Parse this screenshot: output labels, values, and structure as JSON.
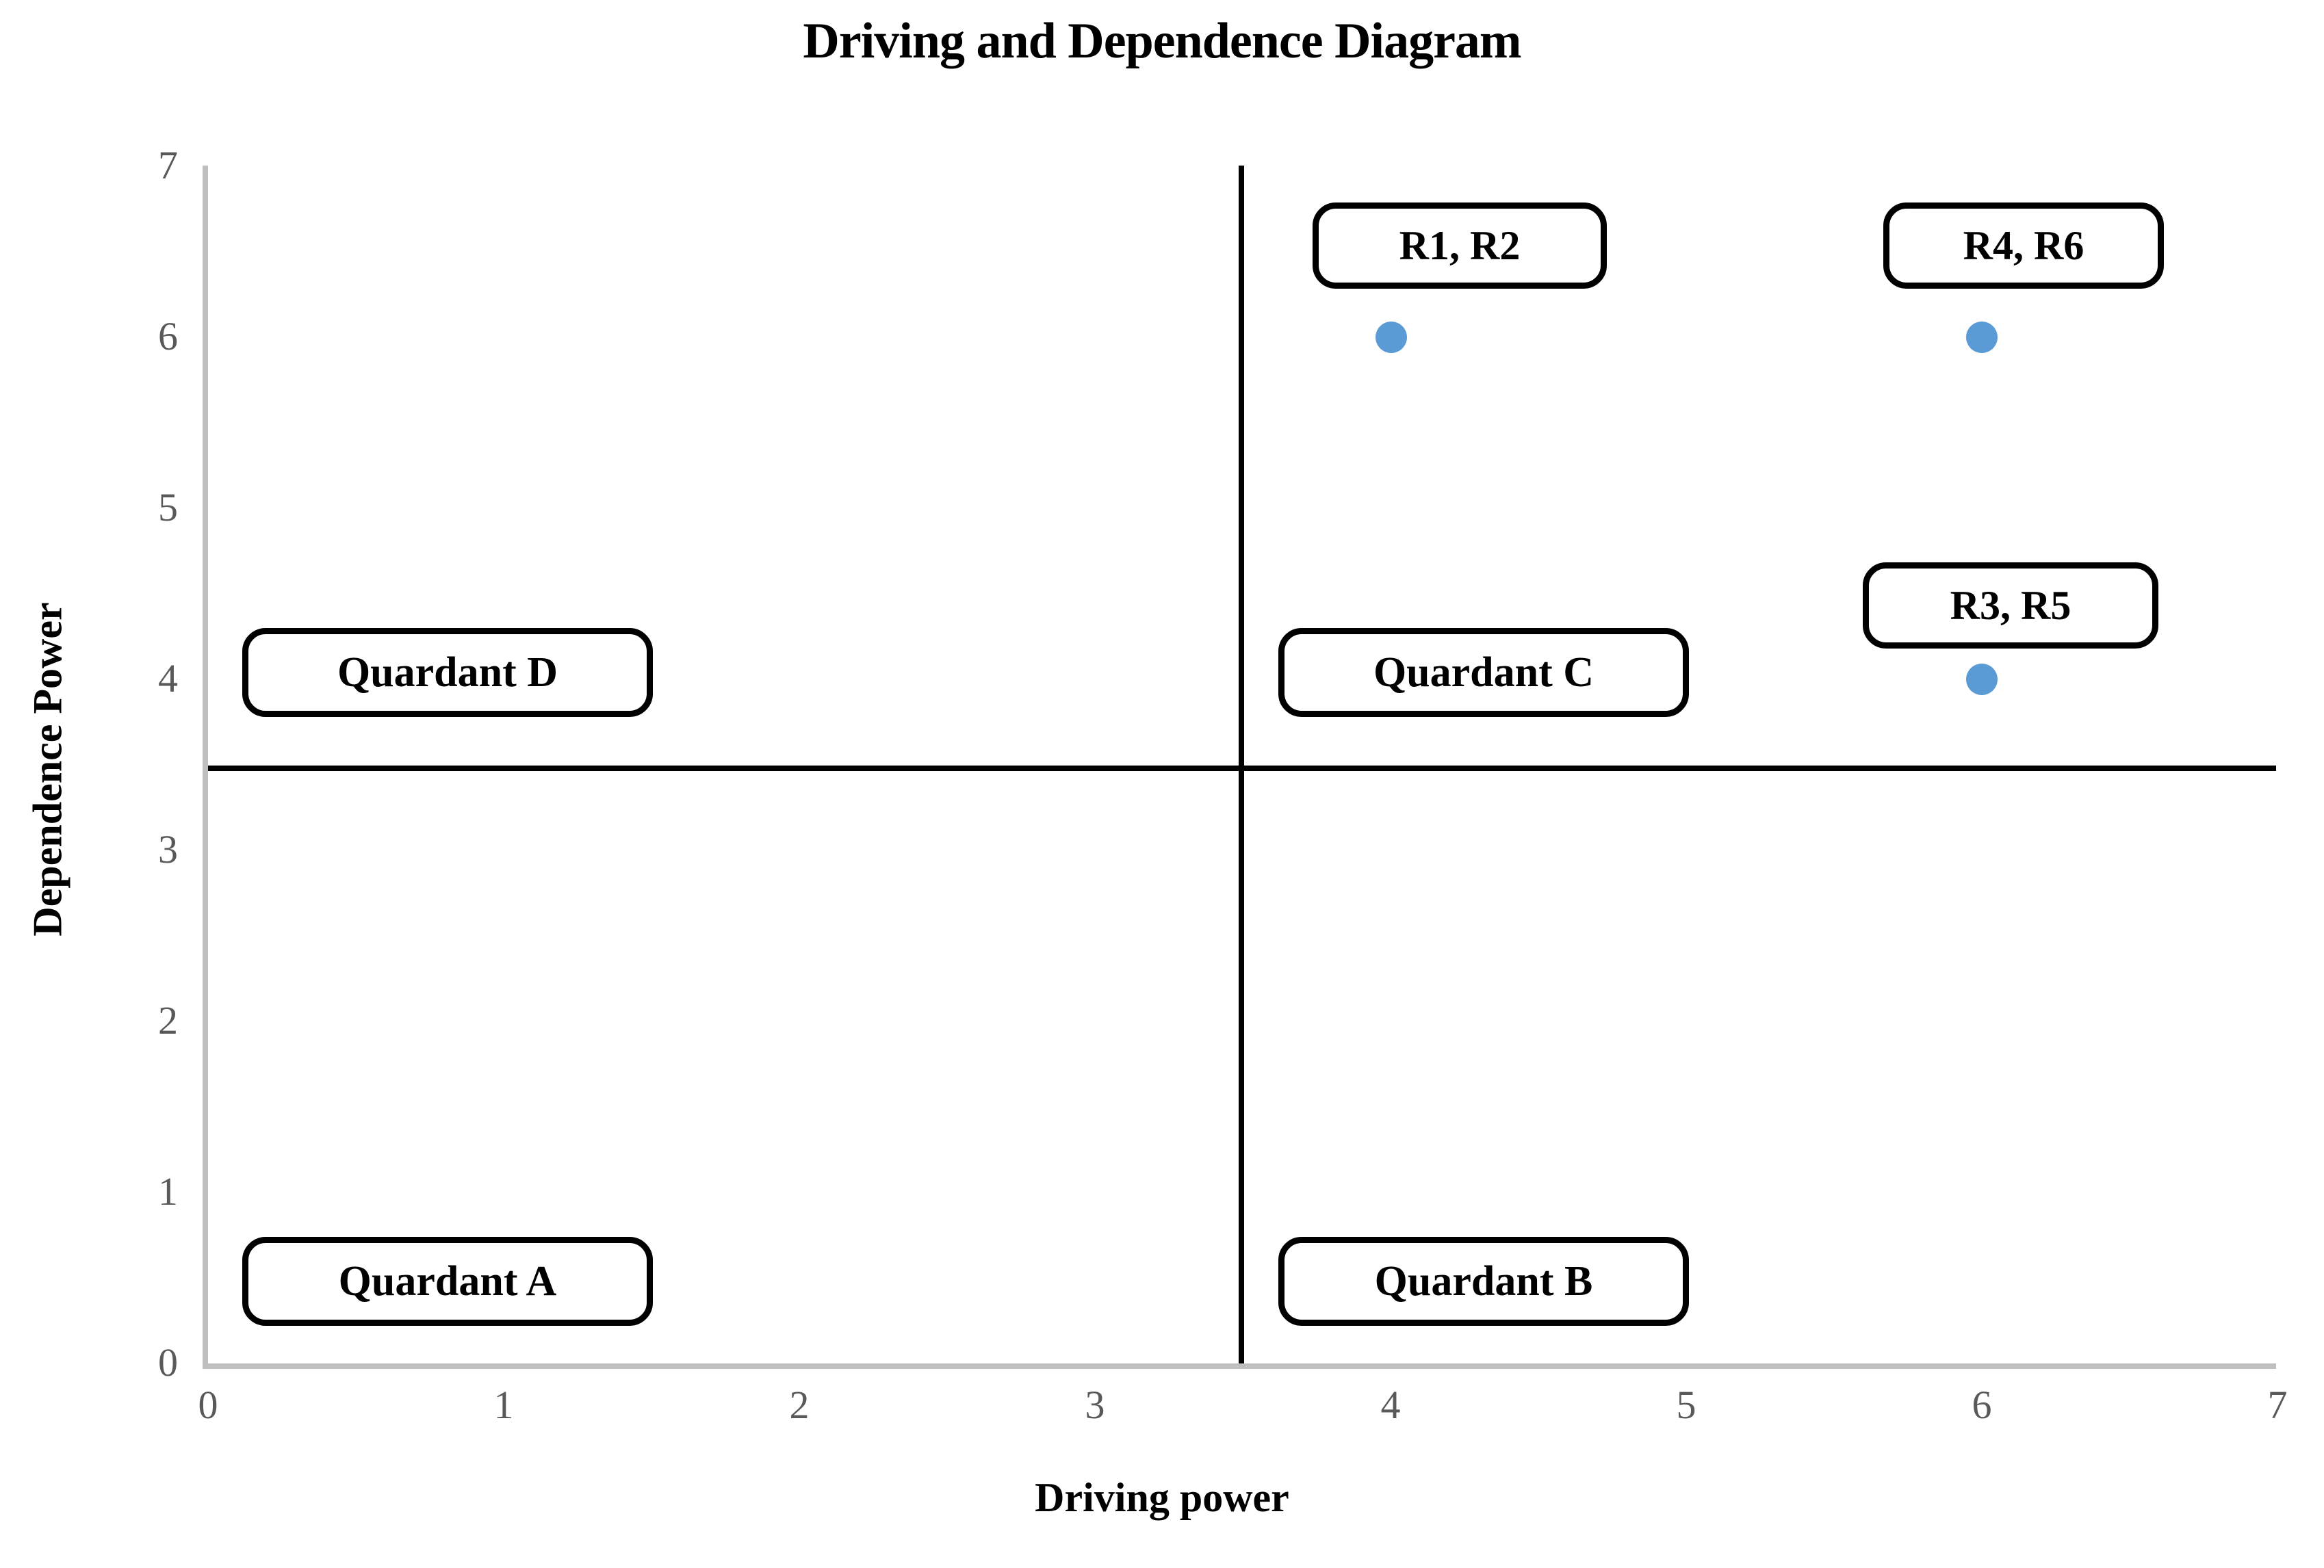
{
  "chart_data": {
    "type": "scatter",
    "title": "Driving and Dependence Diagram",
    "xlabel": "Driving power",
    "ylabel": "Dependence Power",
    "xlim": [
      0,
      7
    ],
    "ylim": [
      0,
      7
    ],
    "xticks": [
      "0",
      "1",
      "2",
      "3",
      "4",
      "5",
      "6",
      "7"
    ],
    "yticks": [
      "0",
      "1",
      "2",
      "3",
      "4",
      "5",
      "6",
      "7"
    ],
    "grid": false,
    "legend": "none",
    "marker_color": "#5B9BD5",
    "divider_color": "#000000",
    "axis_color": "#bfbfbf",
    "tick_label_color": "#595959",
    "quadrant_divider_x": 3.5,
    "quadrant_divider_y": 3.5,
    "points": [
      {
        "label": "R1, R2",
        "x": 4,
        "y": 6
      },
      {
        "label": "R4, R6",
        "x": 6,
        "y": 6
      },
      {
        "label": "R3, R5",
        "x": 6,
        "y": 4
      }
    ],
    "quadrants": [
      {
        "label": "Quardant A",
        "x": 0.65,
        "y": 0.65
      },
      {
        "label": "Quardant B",
        "x": 4.15,
        "y": 0.65
      },
      {
        "label": "Quardant C",
        "x": 4.15,
        "y": 4.2
      },
      {
        "label": "Quardant D",
        "x": 0.65,
        "y": 4.2
      }
    ]
  }
}
